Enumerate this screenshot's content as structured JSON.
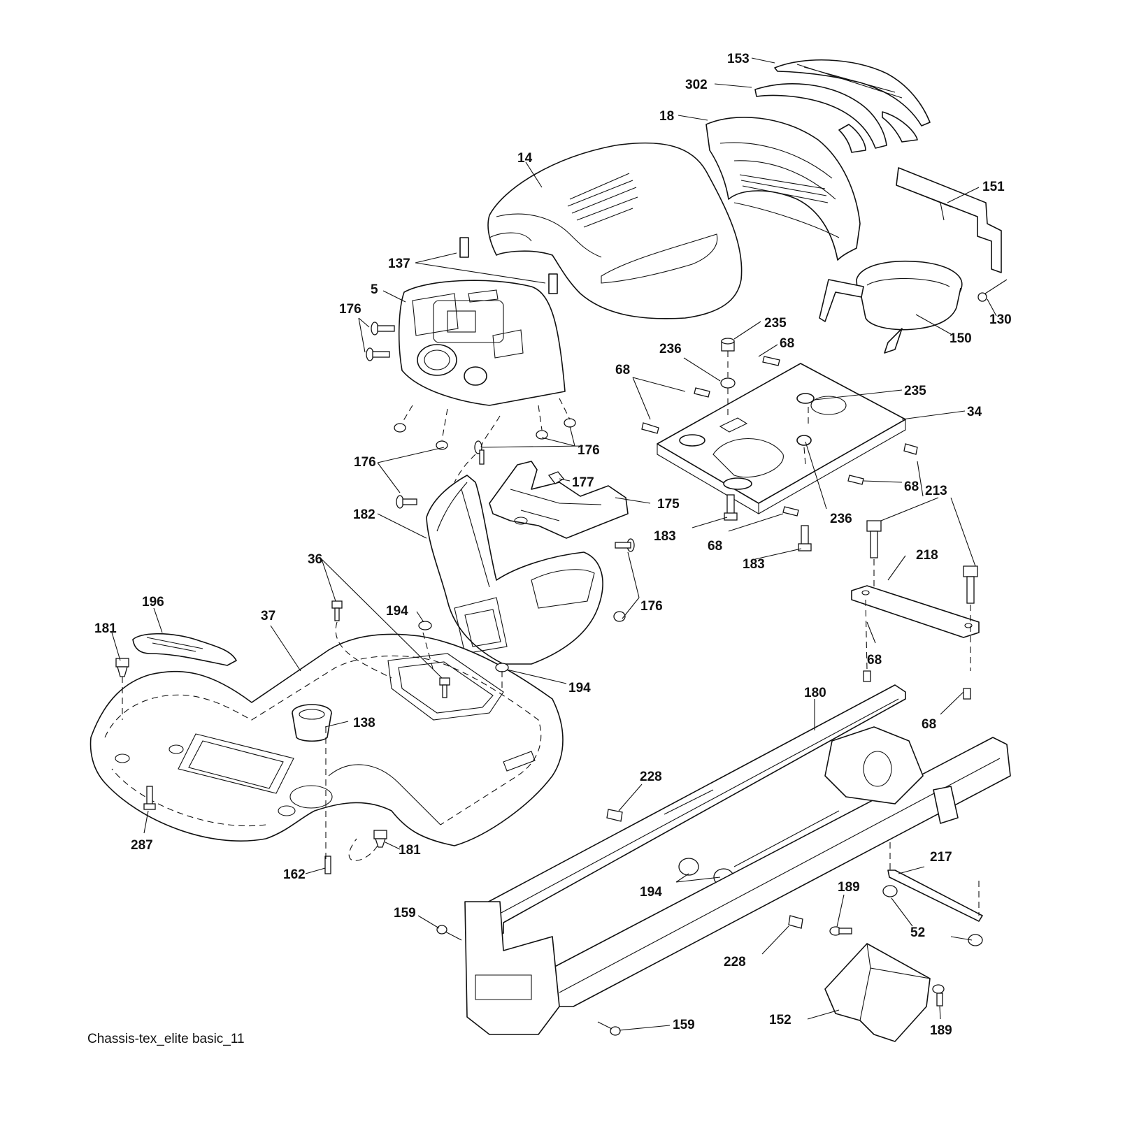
{
  "caption": "Chassis-tex_elite basic_11",
  "labels": [
    {
      "id": "l153",
      "text": "153"
    },
    {
      "id": "l302",
      "text": "302"
    },
    {
      "id": "l18",
      "text": "18"
    },
    {
      "id": "l14",
      "text": "14"
    },
    {
      "id": "l151",
      "text": "151"
    },
    {
      "id": "l137",
      "text": "137"
    },
    {
      "id": "l5",
      "text": "5"
    },
    {
      "id": "l176a",
      "text": "176"
    },
    {
      "id": "l235a",
      "text": "235"
    },
    {
      "id": "l68a",
      "text": "68"
    },
    {
      "id": "l236a",
      "text": "236"
    },
    {
      "id": "l68b",
      "text": "68"
    },
    {
      "id": "l150",
      "text": "150"
    },
    {
      "id": "l130",
      "text": "130"
    },
    {
      "id": "l235b",
      "text": "235"
    },
    {
      "id": "l34",
      "text": "34"
    },
    {
      "id": "l176b",
      "text": "176"
    },
    {
      "id": "l176c",
      "text": "176"
    },
    {
      "id": "l177",
      "text": "177"
    },
    {
      "id": "l175",
      "text": "175"
    },
    {
      "id": "l68c",
      "text": "68"
    },
    {
      "id": "l213",
      "text": "213"
    },
    {
      "id": "l182",
      "text": "182"
    },
    {
      "id": "l183a",
      "text": "183"
    },
    {
      "id": "l68d",
      "text": "68"
    },
    {
      "id": "l236b",
      "text": "236"
    },
    {
      "id": "l183b",
      "text": "183"
    },
    {
      "id": "l218",
      "text": "218"
    },
    {
      "id": "l36",
      "text": "36"
    },
    {
      "id": "l176d",
      "text": "176"
    },
    {
      "id": "l196",
      "text": "196"
    },
    {
      "id": "l194a",
      "text": "194"
    },
    {
      "id": "l37",
      "text": "37"
    },
    {
      "id": "l181a",
      "text": "181"
    },
    {
      "id": "l68e",
      "text": "68"
    },
    {
      "id": "l194b",
      "text": "194"
    },
    {
      "id": "l180",
      "text": "180"
    },
    {
      "id": "l138",
      "text": "138"
    },
    {
      "id": "l68f",
      "text": "68"
    },
    {
      "id": "l228a",
      "text": "228"
    },
    {
      "id": "l287",
      "text": "287"
    },
    {
      "id": "l181b",
      "text": "181"
    },
    {
      "id": "l217",
      "text": "217"
    },
    {
      "id": "l162",
      "text": "162"
    },
    {
      "id": "l194c",
      "text": "194"
    },
    {
      "id": "l189a",
      "text": "189"
    },
    {
      "id": "l159a",
      "text": "159"
    },
    {
      "id": "l52",
      "text": "52"
    },
    {
      "id": "l228b",
      "text": "228"
    },
    {
      "id": "l159b",
      "text": "159"
    },
    {
      "id": "l152",
      "text": "152"
    },
    {
      "id": "l189b",
      "text": "189"
    }
  ]
}
